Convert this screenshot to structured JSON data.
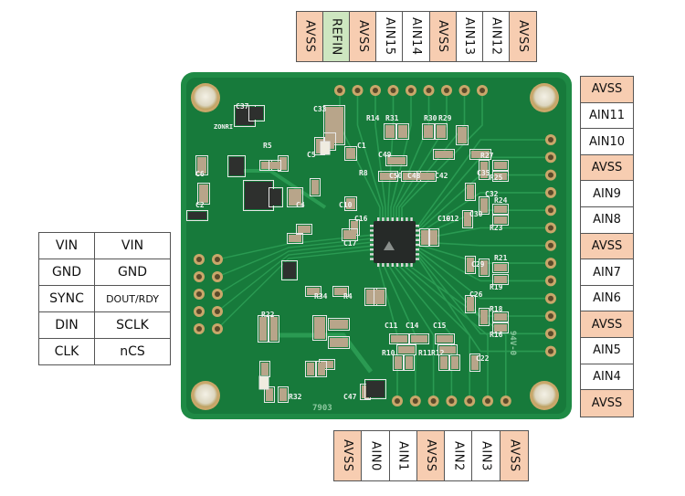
{
  "figure": {
    "title": "ADC breakout board pinout",
    "colors": {
      "avss_fill": "#f7cdb1",
      "refin_fill": "#cde6c0",
      "ain_fill": "#ffffff",
      "pcb_green": "#1f8a45",
      "pcb_dark": "#146b34",
      "pad_gold": "#c9a76a"
    }
  },
  "top_pins": [
    {
      "label": "AVSS",
      "type": "avss"
    },
    {
      "label": "REFIN",
      "type": "refin"
    },
    {
      "label": "AVSS",
      "type": "avss"
    },
    {
      "label": "AIN15",
      "type": "ain"
    },
    {
      "label": "AIN14",
      "type": "ain"
    },
    {
      "label": "AVSS",
      "type": "avss"
    },
    {
      "label": "AIN13",
      "type": "ain"
    },
    {
      "label": "AIN12",
      "type": "ain"
    },
    {
      "label": "AVSS",
      "type": "avss"
    }
  ],
  "right_pins": [
    {
      "label": "AVSS",
      "type": "avss"
    },
    {
      "label": "AIN11",
      "type": "ain"
    },
    {
      "label": "AIN10",
      "type": "ain"
    },
    {
      "label": "AVSS",
      "type": "avss"
    },
    {
      "label": "AIN9",
      "type": "ain"
    },
    {
      "label": "AIN8",
      "type": "ain"
    },
    {
      "label": "AVSS",
      "type": "avss"
    },
    {
      "label": "AIN7",
      "type": "ain"
    },
    {
      "label": "AIN6",
      "type": "ain"
    },
    {
      "label": "AVSS",
      "type": "avss"
    },
    {
      "label": "AIN5",
      "type": "ain"
    },
    {
      "label": "AIN4",
      "type": "ain"
    },
    {
      "label": "AVSS",
      "type": "avss"
    }
  ],
  "bottom_pins": [
    {
      "label": "AVSS",
      "type": "avss"
    },
    {
      "label": "AIN0",
      "type": "ain"
    },
    {
      "label": "AIN1",
      "type": "ain"
    },
    {
      "label": "AVSS",
      "type": "avss"
    },
    {
      "label": "AIN2",
      "type": "ain"
    },
    {
      "label": "AIN3",
      "type": "ain"
    },
    {
      "label": "AVSS",
      "type": "avss"
    }
  ],
  "left_header": [
    [
      "VIN",
      "VIN"
    ],
    [
      "GND",
      "GND"
    ],
    [
      "SYNC",
      "DOUT/RDY"
    ],
    [
      "DIN",
      "SCLK"
    ],
    [
      "CLK",
      "nCS"
    ]
  ],
  "silkscreen": {
    "brand": "ZONRI",
    "fr_rating": "94V-0",
    "date_code": "7903",
    "refdes": [
      "C37",
      "C33",
      "R14",
      "R31",
      "R30",
      "R29",
      "C1",
      "C49",
      "C50",
      "C48",
      "C42",
      "R27",
      "C35",
      "R25",
      "C32",
      "R24",
      "C30",
      "R23",
      "C6",
      "C2",
      "R5",
      "C5",
      "R8",
      "C10",
      "C4",
      "C16",
      "C17",
      "C19",
      "C12",
      "R34",
      "R4",
      "C29",
      "R21",
      "R19",
      "C26",
      "R18",
      "R16",
      "R22",
      "C11",
      "C14",
      "C15",
      "R10",
      "R11",
      "R12",
      "C22",
      "R32",
      "C47"
    ]
  }
}
